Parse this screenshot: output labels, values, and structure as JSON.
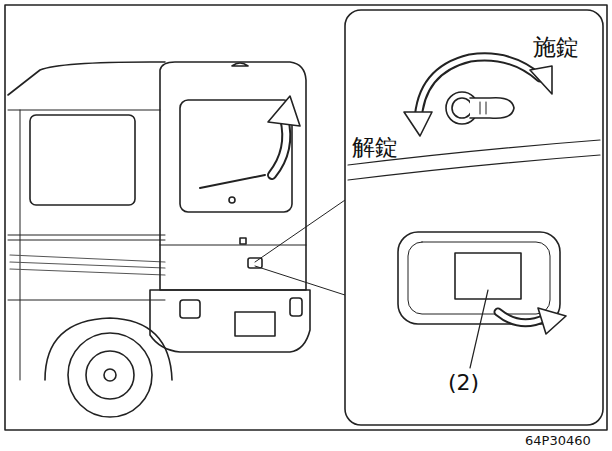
{
  "diagram": {
    "labels": [
      "施錠",
      "解錠",
      "(2)",
      "64P30460"
    ]
  }
}
